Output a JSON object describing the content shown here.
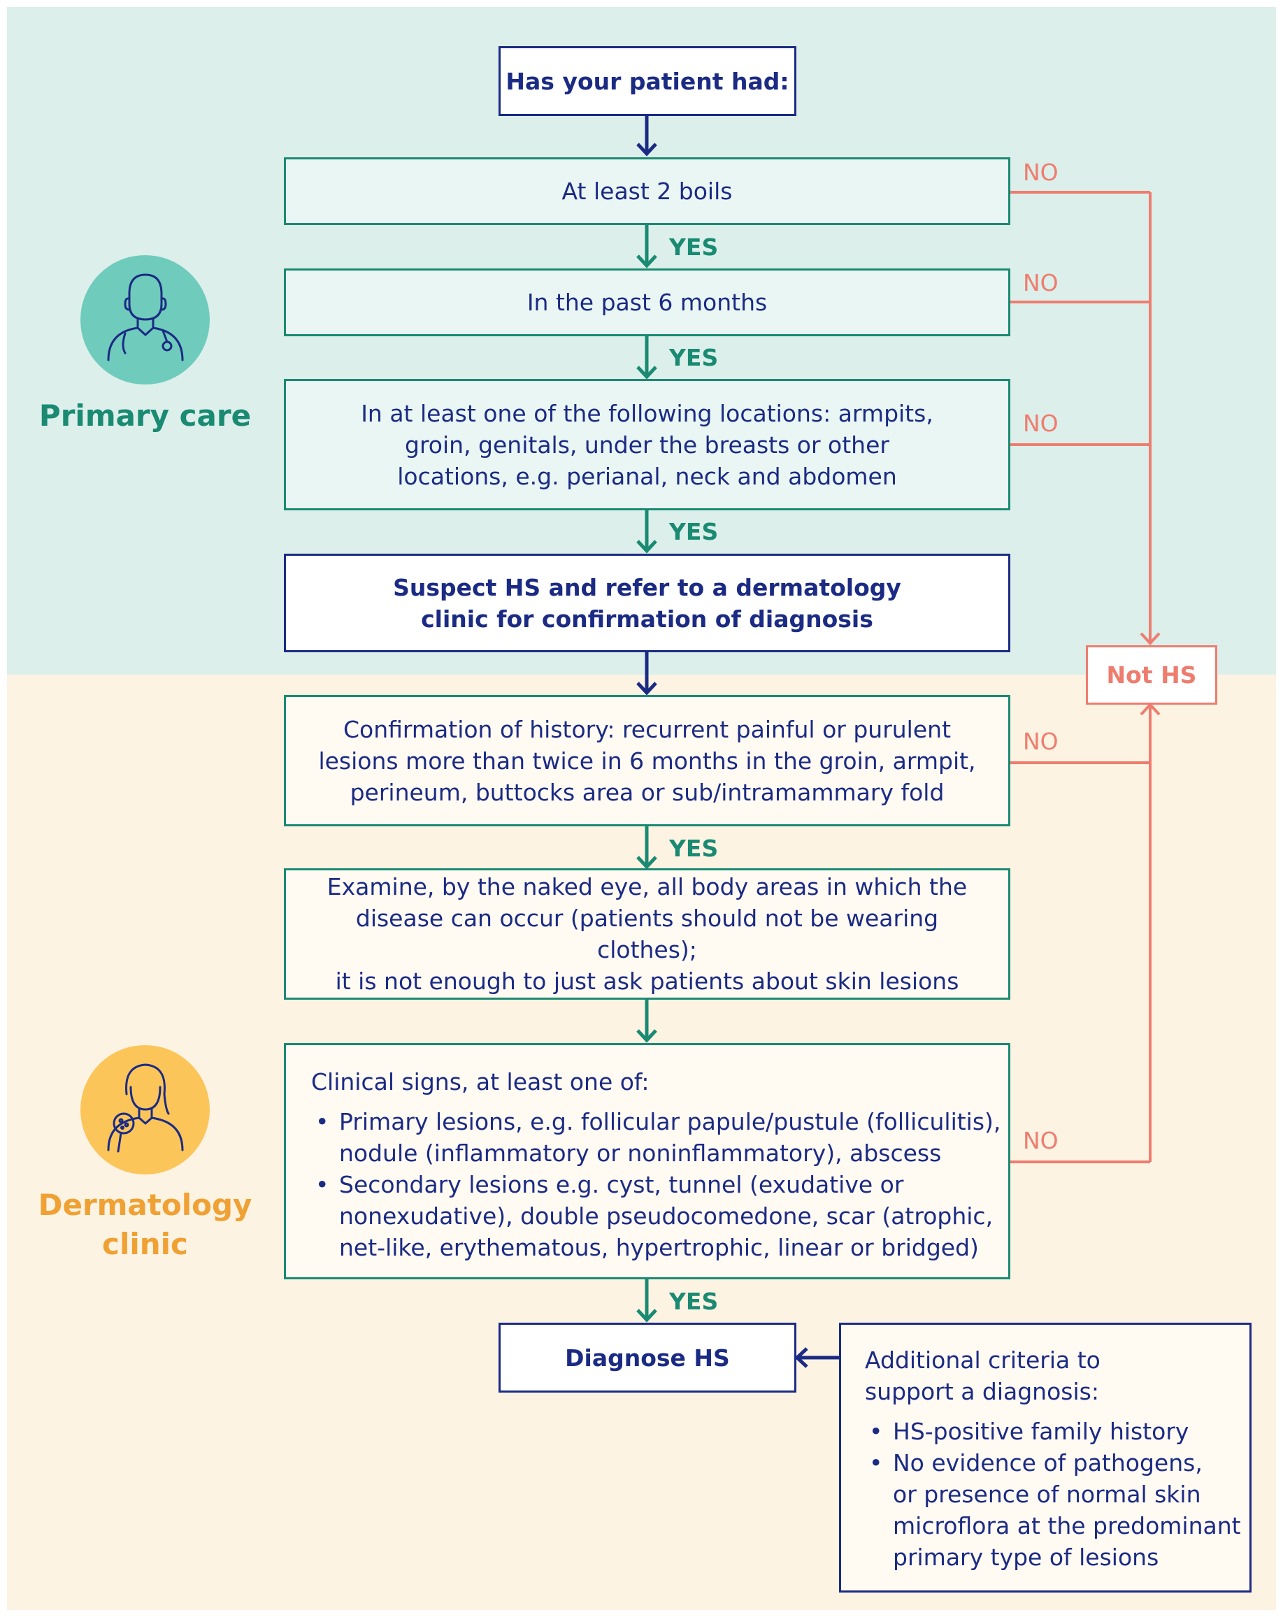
{
  "sections": {
    "primary_care": "Primary care",
    "dermatology_clinic_line1": "Dermatology",
    "dermatology_clinic_line2": "clinic"
  },
  "steps": {
    "start": "Has your patient had:",
    "boils": "At least 2 boils",
    "past6": "In the past 6 months",
    "locations": [
      "In at least one of the following locations: armpits,",
      "groin, genitals, under the breasts or other",
      "locations, e.g. perianal, neck and abdomen"
    ],
    "refer": [
      "Suspect HS and refer to a dermatology",
      "clinic for confirmation of diagnosis"
    ],
    "history": [
      "Confirmation of history: recurrent painful or purulent",
      "lesions more than twice in 6 months in the groin, armpit,",
      "perineum, buttocks area or sub/intramammary fold"
    ],
    "examine": [
      "Examine, by the naked eye, all body areas in which the",
      "disease can occur (patients should not be wearing clothes);",
      "it is not enough to just ask patients about skin lesions"
    ],
    "clinical": {
      "title": "Clinical signs, at least one of:",
      "items": [
        [
          "Primary lesions, e.g. follicular papule/pustule (folliculitis),",
          "nodule (inflammatory or noninflammatory), abscess"
        ],
        [
          "Secondary lesions e.g. cyst, tunnel (exudative or",
          "nonexudative), double pseudocomedone, scar (atrophic,",
          "net-like, erythematous, hypertrophic, linear or bridged)"
        ]
      ]
    },
    "diagnose": "Diagnose HS",
    "additional": {
      "title": [
        "Additional criteria to",
        "support a diagnosis:"
      ],
      "items": [
        [
          "HS-positive family history"
        ],
        [
          "No evidence of pathogens,",
          "or presence of normal skin",
          "microflora at the predominant",
          "primary type of lesions"
        ]
      ]
    },
    "not_hs": "Not HS"
  },
  "labels": {
    "yes": "YES",
    "no": "NO"
  },
  "icons": {
    "primary_care": "doctor-with-stethoscope-icon",
    "dermatology": "dermatologist-with-magnifier-icon"
  },
  "colors": {
    "navy": "#1b2b84",
    "teal": "#1a8a72",
    "coral": "#ee7d6f",
    "orange": "#f0a133",
    "top_band": "#dcefeb",
    "bottom_band": "#fdf3e3",
    "teal_circle": "#6fcbbb",
    "yellow_circle": "#fbc55a"
  }
}
